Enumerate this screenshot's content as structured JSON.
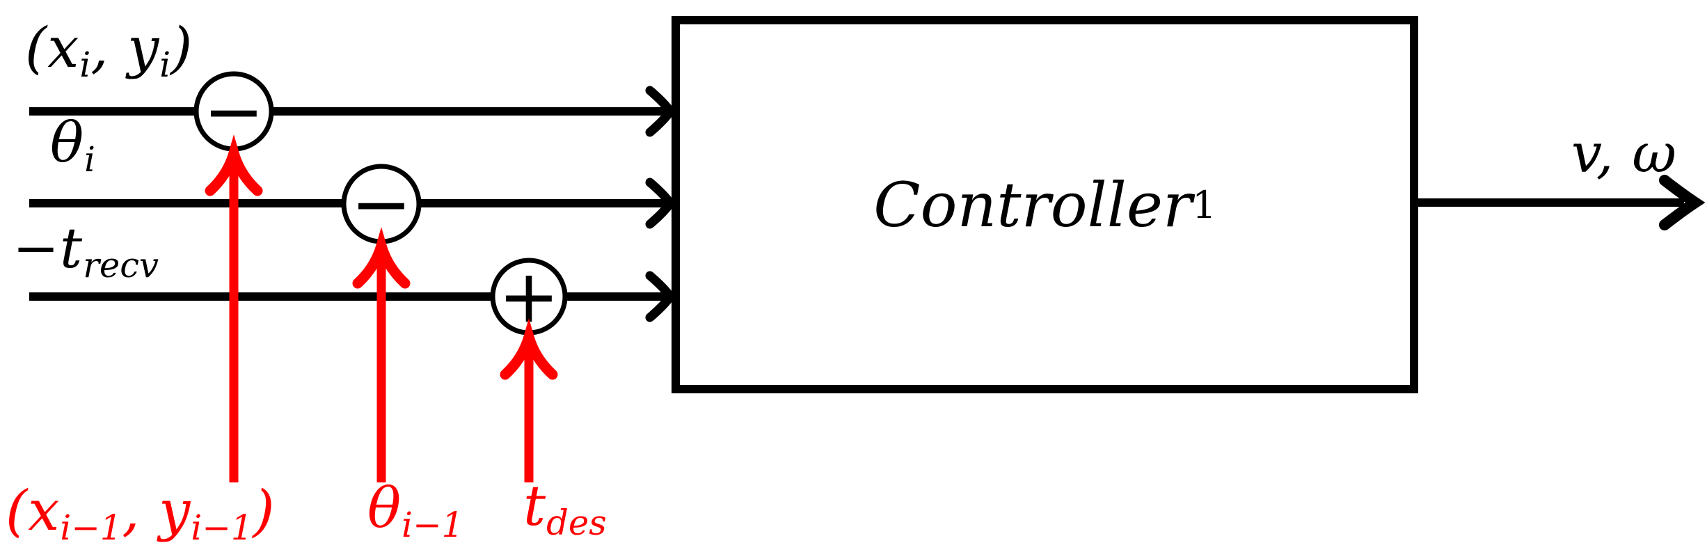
{
  "figure": {
    "kind": "control-block-diagram",
    "colors": {
      "stroke": "#000000",
      "highlight": "#ff0000",
      "background": "#ffffff"
    },
    "block": {
      "name": "Controller",
      "sub": "1"
    },
    "output_label": {
      "main": "v, ω"
    },
    "operators": {
      "sum1": "−",
      "sum2": "−",
      "sum3": "+"
    },
    "input_labels": {
      "pose_xy": {
        "pre": "(x",
        "sub1": "i",
        "mid": ", y",
        "sub2": "i",
        "post": ")"
      },
      "theta": {
        "pre": "θ",
        "sub1": "i"
      },
      "t_recv": {
        "pre": "−t",
        "sub1": "recv"
      }
    },
    "reference_labels": {
      "prev_xy": {
        "pre": "(x",
        "sub1": "i−1",
        "mid": ", y",
        "sub2": "i−1",
        "post": ")"
      },
      "prev_theta": {
        "pre": "θ",
        "sub1": "i−1"
      },
      "t_des": {
        "pre": "t",
        "sub1": "des"
      }
    }
  }
}
